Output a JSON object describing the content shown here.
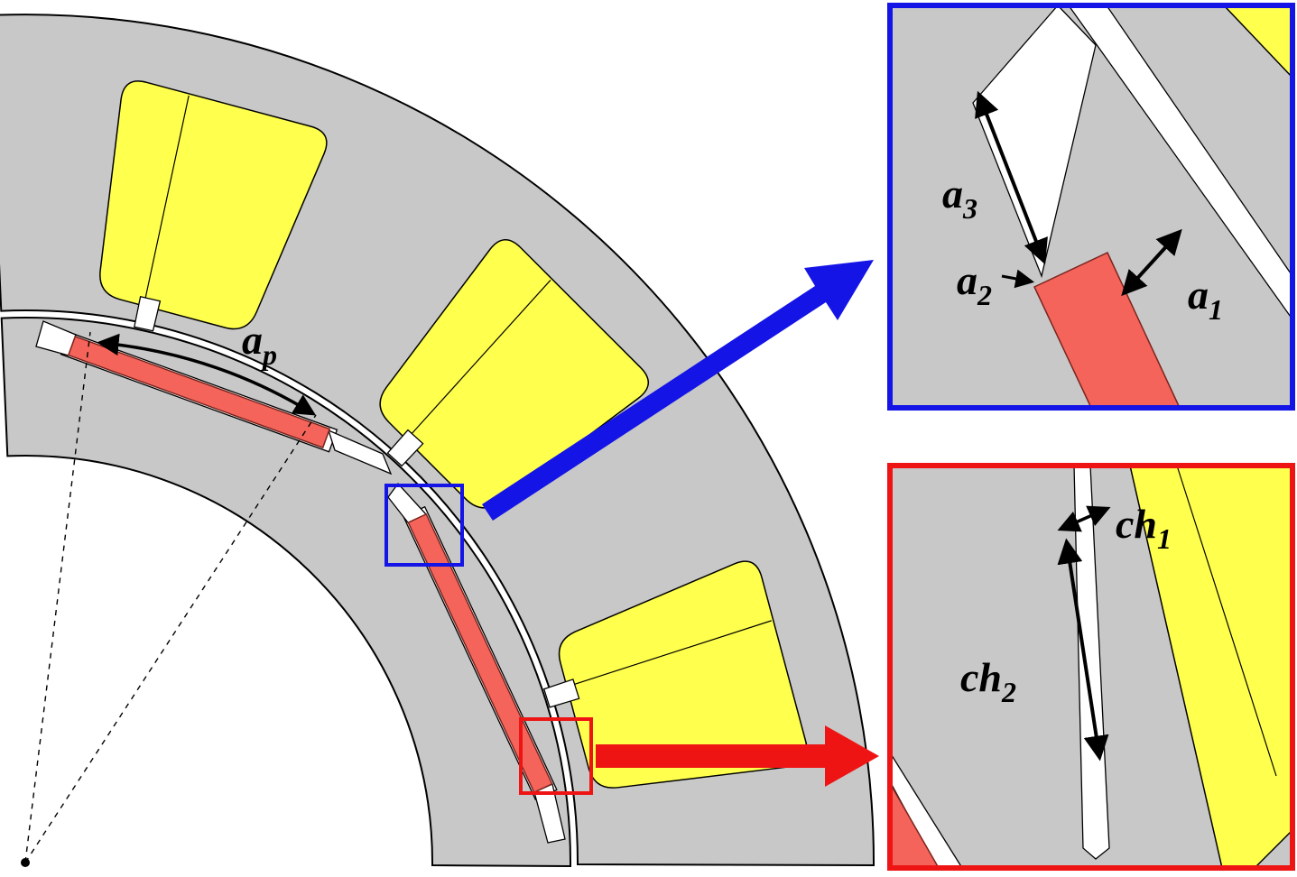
{
  "figure": {
    "title": "ipm-motor-cross-section-with-detail-insets",
    "labels": {
      "pole_arc": {
        "main": "a",
        "sub": "p"
      },
      "a3": {
        "main": "a",
        "sub": "3"
      },
      "a2": {
        "main": "a",
        "sub": "2"
      },
      "a1": {
        "main": "a",
        "sub": "1"
      },
      "ch1": {
        "main": "ch",
        "sub": "1"
      },
      "ch2": {
        "main": "ch",
        "sub": "2"
      }
    },
    "colors": {
      "steel_gray": "#c8c8c8",
      "winding_yellow": "#ffff4d",
      "magnet_red": "#f4645a",
      "inset_border_blue": "#1414e6",
      "inset_border_red": "#ee1414",
      "callout_blue": "#1414e6",
      "callout_red": "#ee1414"
    }
  }
}
